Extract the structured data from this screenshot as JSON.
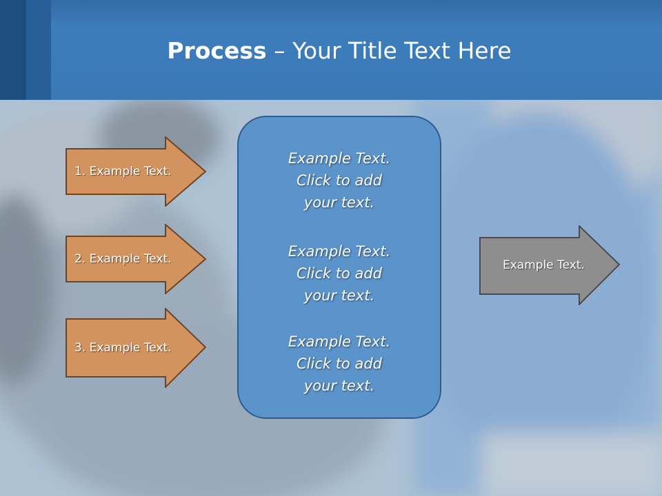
{
  "slide": {
    "title_bold": "Process",
    "title_rest": " – Your Title Text Here",
    "colors": {
      "header": "#3f7fbe",
      "input_arrow": "#d2935f",
      "center_box": "#5b93cb",
      "output_arrow": "#8e8e8e"
    }
  },
  "inputs": [
    {
      "label": "1. Example Text."
    },
    {
      "label": "2. Example Text."
    },
    {
      "label": "3. Example Text."
    }
  ],
  "center": {
    "blocks": [
      {
        "line1": "Example Text.",
        "line2": "Click  to add",
        "line3": "your text."
      },
      {
        "line1": "Example Text.",
        "line2": "Click  to add",
        "line3": "your text."
      },
      {
        "line1": "Example Text.",
        "line2": "Click  to add",
        "line3": "your text."
      }
    ]
  },
  "output": {
    "label": "Example Text."
  }
}
